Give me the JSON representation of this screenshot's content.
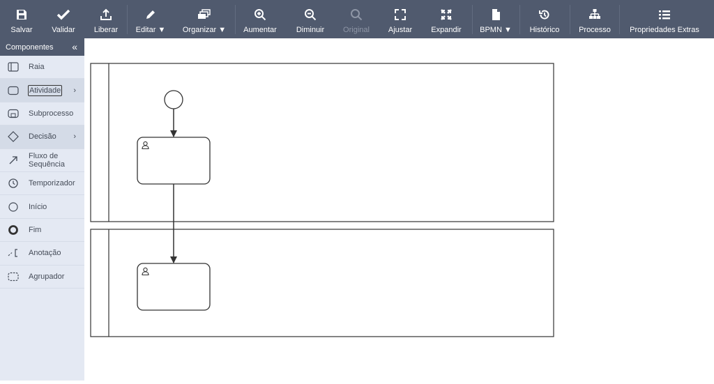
{
  "toolbar": {
    "buttons": [
      {
        "label": "Salvar",
        "icon": "save-icon"
      },
      {
        "label": "Validar",
        "icon": "check-icon"
      },
      {
        "label": "Liberar",
        "icon": "upload-icon"
      },
      {
        "label": "Editar ▼",
        "icon": "pencil-icon"
      },
      {
        "label": "Organizar ▼",
        "icon": "layers-icon"
      },
      {
        "label": "Aumentar",
        "icon": "zoom-in-icon"
      },
      {
        "label": "Diminuir",
        "icon": "zoom-out-icon"
      },
      {
        "label": "Original",
        "icon": "zoom-reset-icon",
        "disabled": true
      },
      {
        "label": "Ajustar",
        "icon": "fit-icon"
      },
      {
        "label": "Expandir",
        "icon": "expand-icon"
      },
      {
        "label": "BPMN ▼",
        "icon": "document-icon"
      },
      {
        "label": "Histórico",
        "icon": "history-icon"
      },
      {
        "label": "Processo",
        "icon": "sitemap-icon"
      },
      {
        "label": "Propriedades Extras",
        "icon": "list-icon"
      }
    ]
  },
  "sidebar": {
    "title": "Componentes",
    "collapse_glyph": "«",
    "items": [
      {
        "label": "Raia",
        "icon": "lane-icon"
      },
      {
        "label": "Atividade",
        "icon": "task-icon",
        "submenu": "›"
      },
      {
        "label": "Subprocesso",
        "icon": "subprocess-icon"
      },
      {
        "label": "Decisão",
        "icon": "gateway-icon",
        "submenu": "›"
      },
      {
        "label": "Fluxo de Sequência",
        "icon": "sequence-flow-icon"
      },
      {
        "label": "Temporizador",
        "icon": "timer-icon"
      },
      {
        "label": "Início",
        "icon": "start-event-icon"
      },
      {
        "label": "Fim",
        "icon": "end-event-icon"
      },
      {
        "label": "Anotação",
        "icon": "annotation-icon"
      },
      {
        "label": "Agrupador",
        "icon": "group-icon"
      }
    ]
  },
  "colors": {
    "toolbar_bg": "#505a6e",
    "sidebar_bg": "#e4e9f3",
    "sidebar_shaded": "#d4dbe7",
    "diagram_stroke": "#333333"
  }
}
